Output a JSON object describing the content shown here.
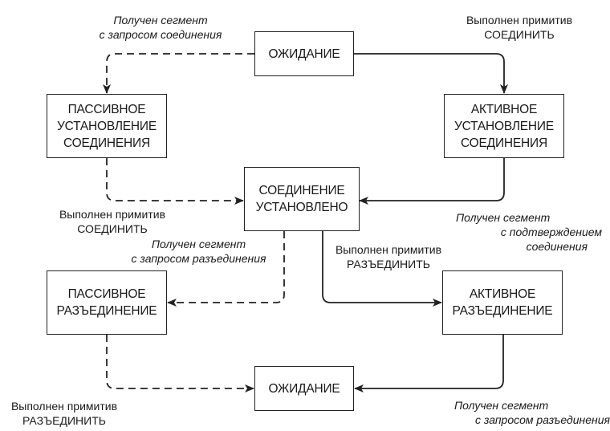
{
  "diagram": {
    "type": "state-diagram",
    "states": {
      "wait_top": [
        "ОЖИДАНИЕ"
      ],
      "passive_open": [
        "ПАССИВНОЕ",
        "УСТАНОВЛЕНИЕ",
        "СОЕДИНЕНИЯ"
      ],
      "active_open": [
        "АКТИВНОЕ",
        "УСТАНОВЛЕНИЕ",
        "СОЕДИНЕНИЯ"
      ],
      "established": [
        "СОЕДИНЕНИЕ",
        "УСТАНОВЛЕНО"
      ],
      "passive_close": [
        "ПАССИВНОЕ",
        "РАЗЪЕДИНЕНИЕ"
      ],
      "active_close": [
        "АКТИВНОЕ",
        "РАЗЪЕДИНЕНИЕ"
      ],
      "wait_bottom": [
        "ОЖИДАНИЕ"
      ]
    },
    "labels": {
      "seg_conn_req": [
        "Получен сегмент",
        "с запросом соединения"
      ],
      "prim_connect_top": [
        "Выполнен примитив",
        "СОЕДИНИТЬ"
      ],
      "prim_connect_left": [
        "Выполнен примитив",
        "СОЕДИНИТЬ"
      ],
      "seg_conn_ack": [
        "Получен сегмент",
        "с подтверждением",
        "соединения"
      ],
      "seg_disc_req_mid": [
        "Получен сегмент",
        "с запросом разъединения"
      ],
      "prim_disconnect_mid": [
        "Выполнен примитив",
        "РАЗЪЕДИНИТЬ"
      ],
      "prim_disconnect_bottom": [
        "Выполнен примитив",
        "РАЗЪЕДИНИТЬ"
      ],
      "seg_disc_req_bottom": [
        "Получен сегмент",
        "с запросом разъединения"
      ]
    },
    "transitions": [
      {
        "from": "ОЖИДАНИЕ",
        "to": "ПАССИВНОЕ УСТАНОВЛЕНИЕ СОЕДИНЕНИЯ",
        "style": "dashed",
        "label": "seg_conn_req"
      },
      {
        "from": "ОЖИДАНИЕ",
        "to": "АКТИВНОЕ УСТАНОВЛЕНИЕ СОЕДИНЕНИЯ",
        "style": "solid",
        "label": "prim_connect_top"
      },
      {
        "from": "ПАССИВНОЕ УСТАНОВЛЕНИЕ СОЕДИНЕНИЯ",
        "to": "СОЕДИНЕНИЕ УСТАНОВЛЕНО",
        "style": "dashed",
        "label": "prim_connect_left"
      },
      {
        "from": "АКТИВНОЕ УСТАНОВЛЕНИЕ СОЕДИНЕНИЯ",
        "to": "СОЕДИНЕНИЕ УСТАНОВЛЕНО",
        "style": "solid",
        "label": "seg_conn_ack"
      },
      {
        "from": "СОЕДИНЕНИЕ УСТАНОВЛЕНО",
        "to": "ПАССИВНОЕ РАЗЪЕДИНЕНИЕ",
        "style": "dashed",
        "label": "seg_disc_req_mid"
      },
      {
        "from": "СОЕДИНЕНИЕ УСТАНОВЛЕНО",
        "to": "АКТИВНОЕ РАЗЪЕДИНЕНИЕ",
        "style": "solid",
        "label": "prim_disconnect_mid"
      },
      {
        "from": "ПАССИВНОЕ РАЗЪЕДИНЕНИЕ",
        "to": "ОЖИДАНИЕ",
        "style": "dashed",
        "label": "prim_disconnect_bottom"
      },
      {
        "from": "АКТИВНОЕ РАЗЪЕДИНЕНИЕ",
        "to": "ОЖИДАНИЕ",
        "style": "solid",
        "label": "seg_disc_req_bottom"
      }
    ],
    "colors": {
      "line": "#222222",
      "text": "#1a1a1a",
      "background": "#ffffff"
    }
  }
}
